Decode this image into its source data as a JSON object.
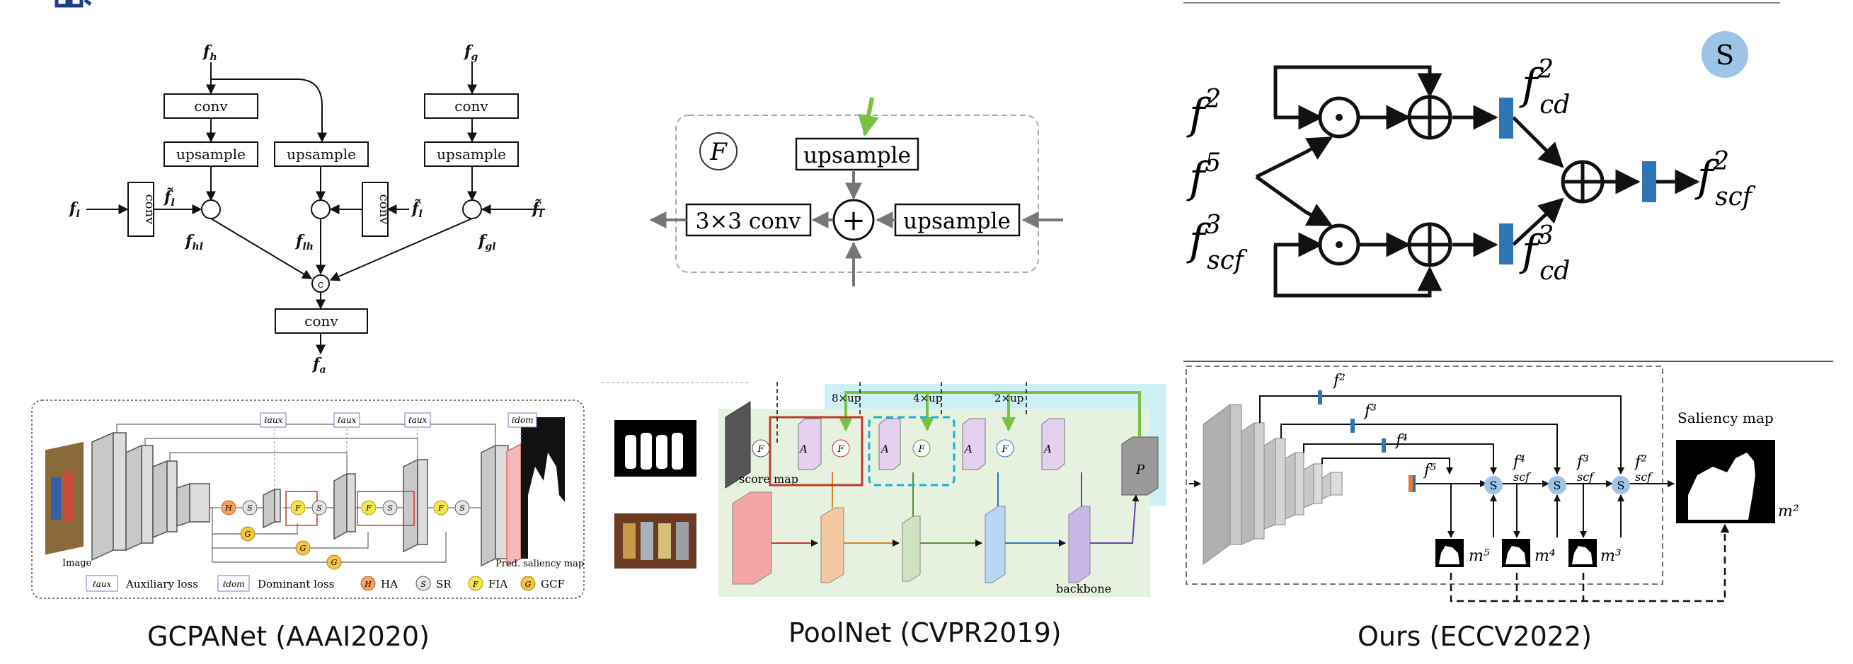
{
  "captions": {
    "gcpanet": "GCPANet (AAAI2020)",
    "poolnet": "PoolNet (CVPR2019)",
    "ours": "Ours (ECCV2022)"
  },
  "gcp_top": {
    "fh": "f",
    "fh_sub": "h",
    "fg": "f",
    "fg_sub": "g",
    "fl": "f",
    "fl_sub": "l",
    "fl_tilde": "f̃",
    "fl_tilde_sub": "l",
    "conv": "conv",
    "upsample": "upsample",
    "fhl": "f",
    "fhl_sub": "hl",
    "flh": "f",
    "flh_sub": "lh",
    "fgl": "f",
    "fgl_sub": "gl",
    "concat": "c",
    "fa": "f",
    "fa_sub": "a"
  },
  "pool_top": {
    "fcal": "F",
    "upsample": "upsample",
    "conv33": "3×3 conv",
    "plus": "+"
  },
  "ours_top": {
    "s_badge": "S",
    "f2": "f",
    "f2_sup": "2",
    "f5": "f",
    "f5_sup": "5",
    "fscf3": "f",
    "fscf3_sup": "3",
    "fscf3_sub": "scf",
    "fcd2": "f",
    "fcd2_sup": "2",
    "fcd2_sub": "cd",
    "fcd3": "f",
    "fcd3_sup": "3",
    "fcd3_sub": "cd",
    "fscf2": "f",
    "fscf2_sup": "2",
    "fscf2_sub": "scf"
  },
  "gcp_bottom": {
    "image": "Image",
    "pred": "Pred. saliency map",
    "laux": "ℓaux",
    "ldom": "ℓdom",
    "aux_loss": "Auxiliary loss",
    "dom_loss": "Dominant loss",
    "ha": "HA",
    "sr": "SR",
    "fia": "FIA",
    "gcf": "GCF",
    "h": "H",
    "s": "S",
    "f": "F",
    "g": "G"
  },
  "pool_bottom": {
    "up8": "8×up",
    "up4": "4×up",
    "up2": "2×up",
    "score_map": "score map",
    "backbone": "backbone",
    "a": "A",
    "f": "F",
    "p": "P"
  },
  "ours_bottom": {
    "saliency_map": "Saliency map",
    "f2": "f²",
    "f3": "f³",
    "f4": "f⁴",
    "f5": "f⁵",
    "fscf4": "f⁴",
    "fscf3": "f³",
    "fscf2": "f²",
    "scf": "scf",
    "m2": "m²",
    "m3": "m³",
    "m4": "m⁴",
    "m5": "m⁵",
    "s": "S"
  },
  "colors": {
    "blue_bar": "#2e75b6",
    "s_circle": "#9dc3e6",
    "green_arrow": "#7ac143",
    "pool_green_bg": "#e6f1df",
    "pool_cyan_bg": "#cdeff5",
    "orange_bar": "#e07b39"
  }
}
